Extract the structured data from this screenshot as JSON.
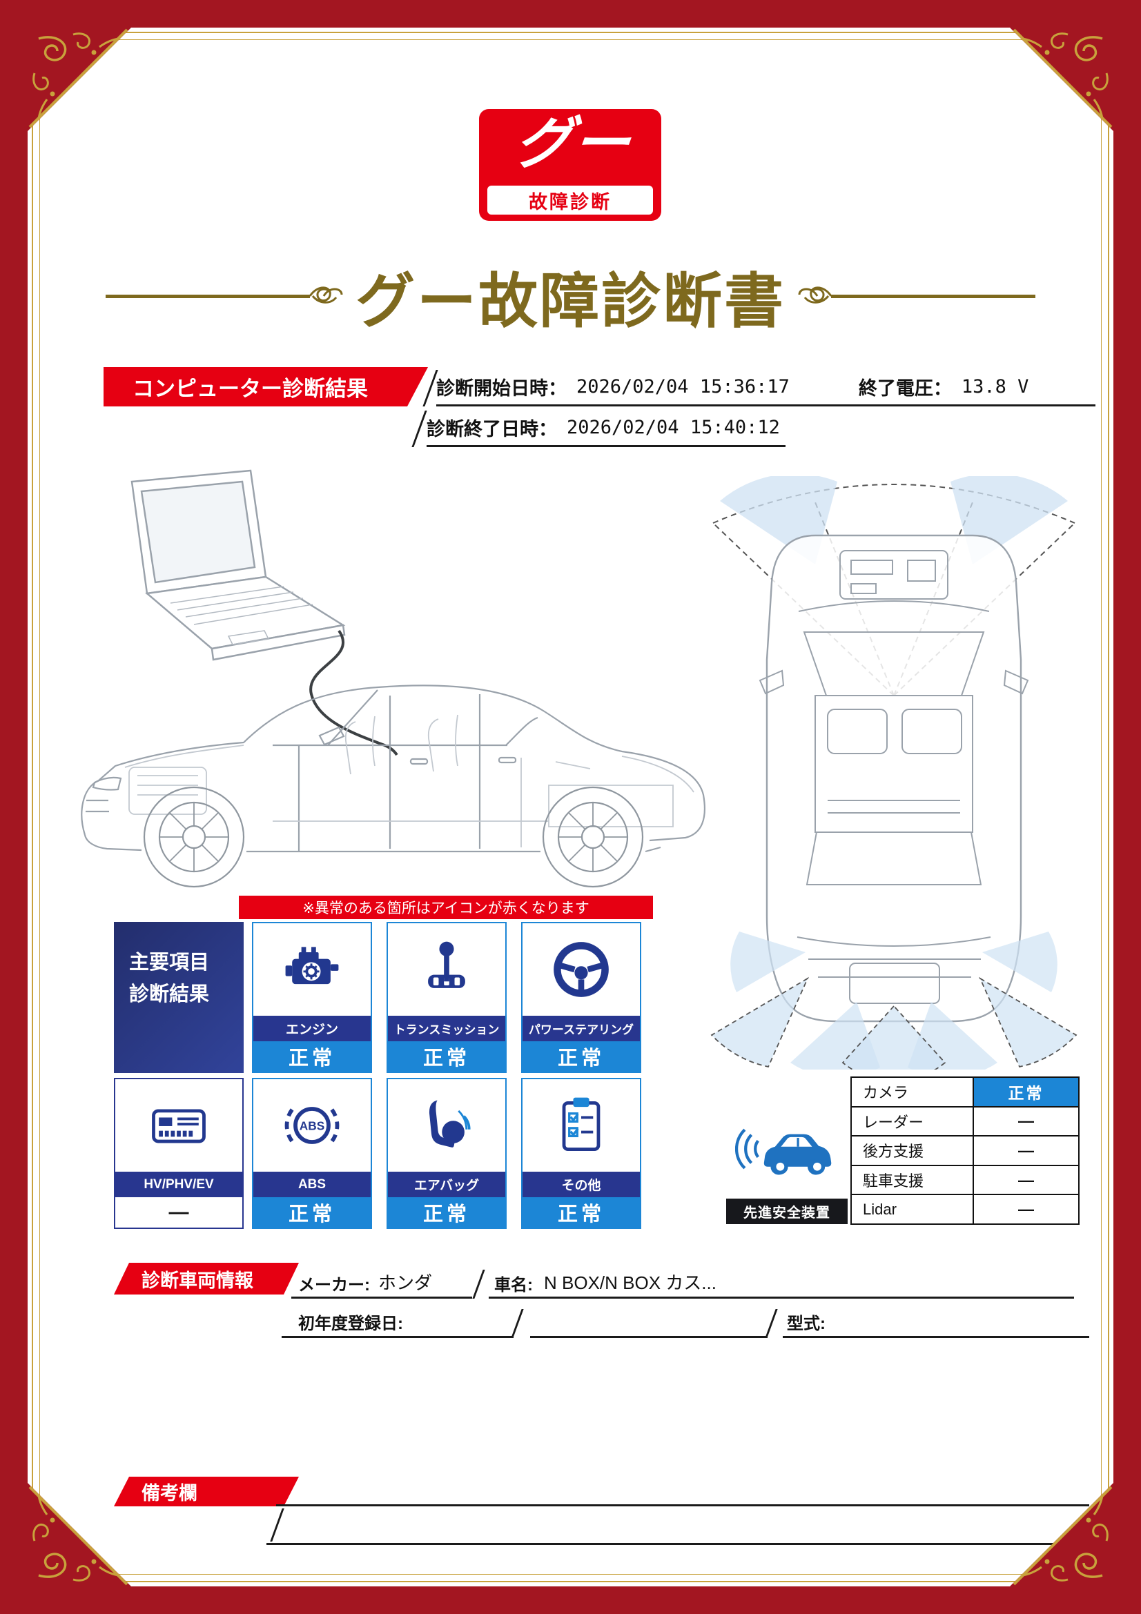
{
  "colors": {
    "brand_red": "#e60012",
    "frame_red": "#a31621",
    "navy": "#28368f",
    "status_blue": "#1c86d6",
    "gold": "#c8a23c",
    "title_brown": "#7e691e"
  },
  "logo": {
    "main": "グー",
    "sub": "故障診断"
  },
  "title": "グー故障診断書",
  "computer_section": {
    "banner": "コンピューター診断結果",
    "start_label": "診断開始日時：",
    "start_value": "2026/02/04 15:36:17",
    "voltage_label": "終了電圧：",
    "voltage_value": "13.8 V",
    "end_label": "診断終了日時：",
    "end_value": "2026/02/04 15:40:12"
  },
  "warning_note": "※異常のある箇所はアイコンが赤くなります",
  "main_results": {
    "header_line1": "主要項目",
    "header_line2": "診断結果",
    "items": [
      {
        "label": "エンジン",
        "status": "正常"
      },
      {
        "label": "トランスミッション",
        "status": "正常"
      },
      {
        "label": "パワーステアリング",
        "status": "正常"
      },
      {
        "label": "HV/PHV/EV",
        "status": "—"
      },
      {
        "label": "ABS",
        "status": "正常"
      },
      {
        "label": "エアバッグ",
        "status": "正常"
      },
      {
        "label": "その他",
        "status": "正常"
      }
    ]
  },
  "safety_section": {
    "label": "先進安全装置",
    "rows": [
      {
        "name": "カメラ",
        "status": "正常"
      },
      {
        "name": "レーダー",
        "status": "—"
      },
      {
        "name": "後方支援",
        "status": "—"
      },
      {
        "name": "駐車支援",
        "status": "—"
      },
      {
        "name": "Lidar",
        "status": "—"
      }
    ]
  },
  "vehicle_info": {
    "banner": "診断車両情報",
    "maker_label": "メーカー:",
    "maker_value": "ホンダ",
    "name_label": "車名:",
    "name_value": "N BOX/N BOX カス...",
    "first_reg_label": "初年度登録日:",
    "model_label": "型式:"
  },
  "remarks": {
    "banner": "備考欄"
  }
}
